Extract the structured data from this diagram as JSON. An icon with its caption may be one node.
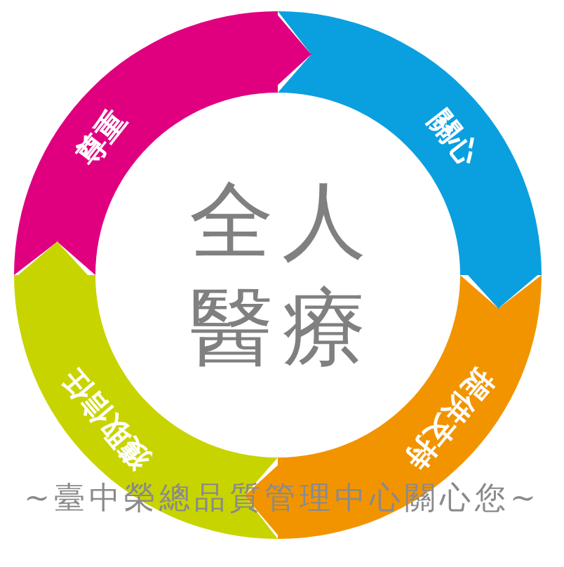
{
  "diagram": {
    "nodes": [
      {
        "text": [
          "尊重"
        ]
      },
      {
        "text": [
          "關心"
        ]
      },
      {
        "text": [
          "提供支持"
        ]
      },
      {
        "text": [
          "獲取信任"
        ]
      },
      {
        "text": [
          "全人醫療"
        ]
      }
    ],
    "edges": [
      {
        "from": 0,
        "to": 1,
        "arrow": "to",
        "color": "#e0007f"
      },
      {
        "from": 1,
        "to": 2,
        "arrow": "to",
        "color": "#0aa0e0"
      },
      {
        "from": 2,
        "to": 3,
        "arrow": "to",
        "color": "#f29400"
      },
      {
        "from": 3,
        "to": 0,
        "arrow": "to",
        "color": "#c8d400"
      }
    ],
    "labels": [
      "~臺中榮總品質管理中心關心您~"
    ]
  }
}
